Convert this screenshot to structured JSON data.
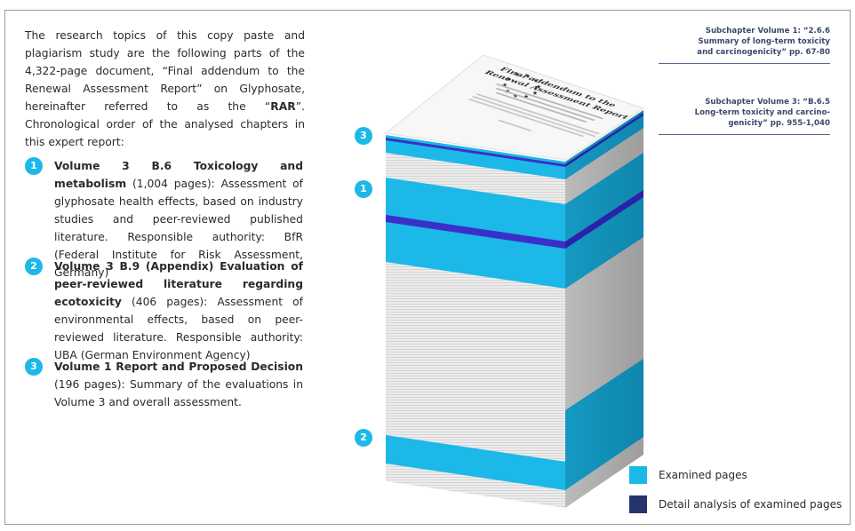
{
  "intro": {
    "part1": "The research topics of this copy paste and plagiarism study are the following parts of the 4,322-page document, “Final addendum to the Renewal Assessment Report” on Glyphosate, hereinafter referred to as the “",
    "rar": "RAR",
    "part2": "”. Chronological order of the analysed chapters in this expert report:"
  },
  "items": [
    {
      "num": "1",
      "title": "Volume 3 B.6 Toxicology and metabolism",
      "text": " (1,004 pages): Assessment of glyphosate health effects, based on industry studies and peer-reviewed published literature. Responsible authority: BfR (Federal Institute for Risk Assessment, Germany)"
    },
    {
      "num": "2",
      "title": "Volume 3 B.9 (Appendix) Evaluation of peer-reviewed literature regarding ecotoxicity",
      "text": " (406 pages): Assessment of environmental effects, based on peer-reviewed literature. Responsible authority: UBA (German Environment Agency)"
    },
    {
      "num": "3",
      "title": "Volume 1 Report and Proposed Decision",
      "text": " (196 pages): Summary of the evaluations in Volume 3 and overall assessment."
    }
  ],
  "stack_badges": [
    "3",
    "1",
    "2"
  ],
  "cover": {
    "title_line1": "Final addendum to the",
    "title_line2": "Renewal Assessment Report"
  },
  "callouts": [
    {
      "line1": "Subchapter Volume 1: “2.6.6",
      "line2": "Summary of long-term toxicity",
      "line3": "and carcinogenicity” pp. 67-80"
    },
    {
      "line1": "Subchapter Volume 3: “B.6.5",
      "line2": "Long-term toxicity and carcino-",
      "line3": "genicity” pp. 955-1,040"
    }
  ],
  "legend": [
    {
      "label": "Examined pages",
      "color": "#1cb8e8"
    },
    {
      "label": "Detail analysis of examined pages",
      "color": "#27336b"
    }
  ],
  "colors": {
    "accent": "#1cb8e8",
    "detail": "#27336b",
    "band": "#3b2fc9"
  }
}
